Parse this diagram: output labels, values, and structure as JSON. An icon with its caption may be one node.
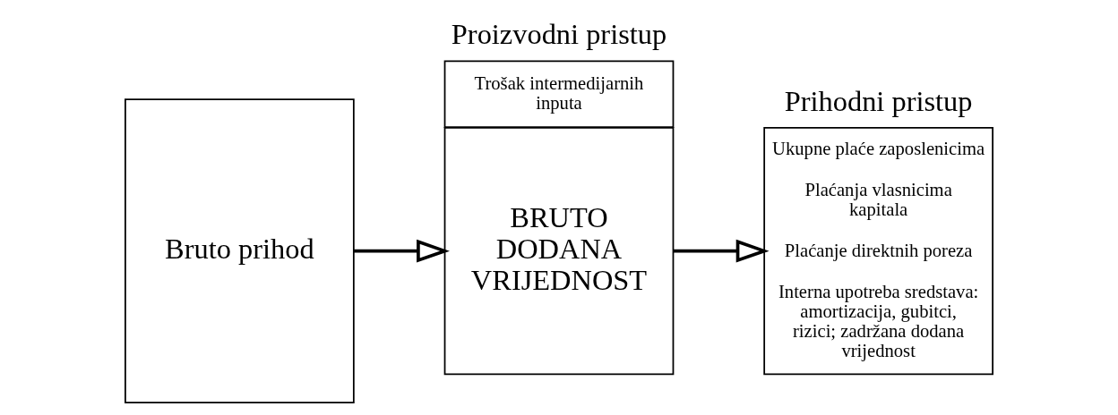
{
  "diagram": {
    "nodes": [
      {
        "text": [
          "Bruto prihod"
        ]
      },
      {
        "text": [
          "Trošak intermedijarnih inputa"
        ]
      },
      {
        "text": [
          "BRUTO DODANA VRIJEDNOST"
        ]
      },
      {
        "text": [
          "Ukupne plaće zaposlenicima",
          "Plaćanja vlasnicima kapitala",
          "Plaćanje direktnih poreza",
          "Interna upotreba sredstava: amortizacija, gubitci, rizici; zadržana dodana vrijednost"
        ]
      }
    ],
    "edges": [
      {
        "from": 0,
        "to": 2,
        "arrow": "to"
      },
      {
        "from": 2,
        "to": 3,
        "arrow": "to"
      }
    ],
    "labels": [
      "Proizvodni pristup",
      "Prihodni pristup"
    ]
  }
}
